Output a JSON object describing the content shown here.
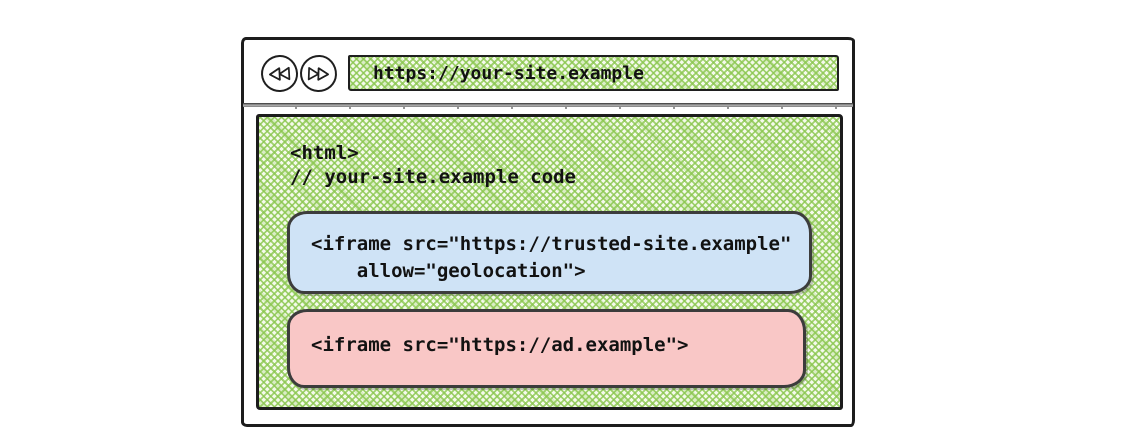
{
  "browser": {
    "toolbar": {
      "back_button": "back",
      "forward_button": "forward",
      "url": "https://your-site.example"
    },
    "page": {
      "source_code": "<html>\n// your-site.example code",
      "trusted_iframe": {
        "code": "<iframe src=\"https://trusted-site.example\"\n    allow=\"geolocation\">",
        "fill_color": "#cfe3f6"
      },
      "ad_iframe": {
        "code": "<iframe src=\"https://ad.example\">",
        "fill_color": "#f9c7c6"
      }
    }
  },
  "colors": {
    "hatch_green": "#8bc750",
    "outline_dark": "#1c1c1c",
    "trusted_blue": "#cfe3f6",
    "ad_pink": "#f9c7c6"
  }
}
